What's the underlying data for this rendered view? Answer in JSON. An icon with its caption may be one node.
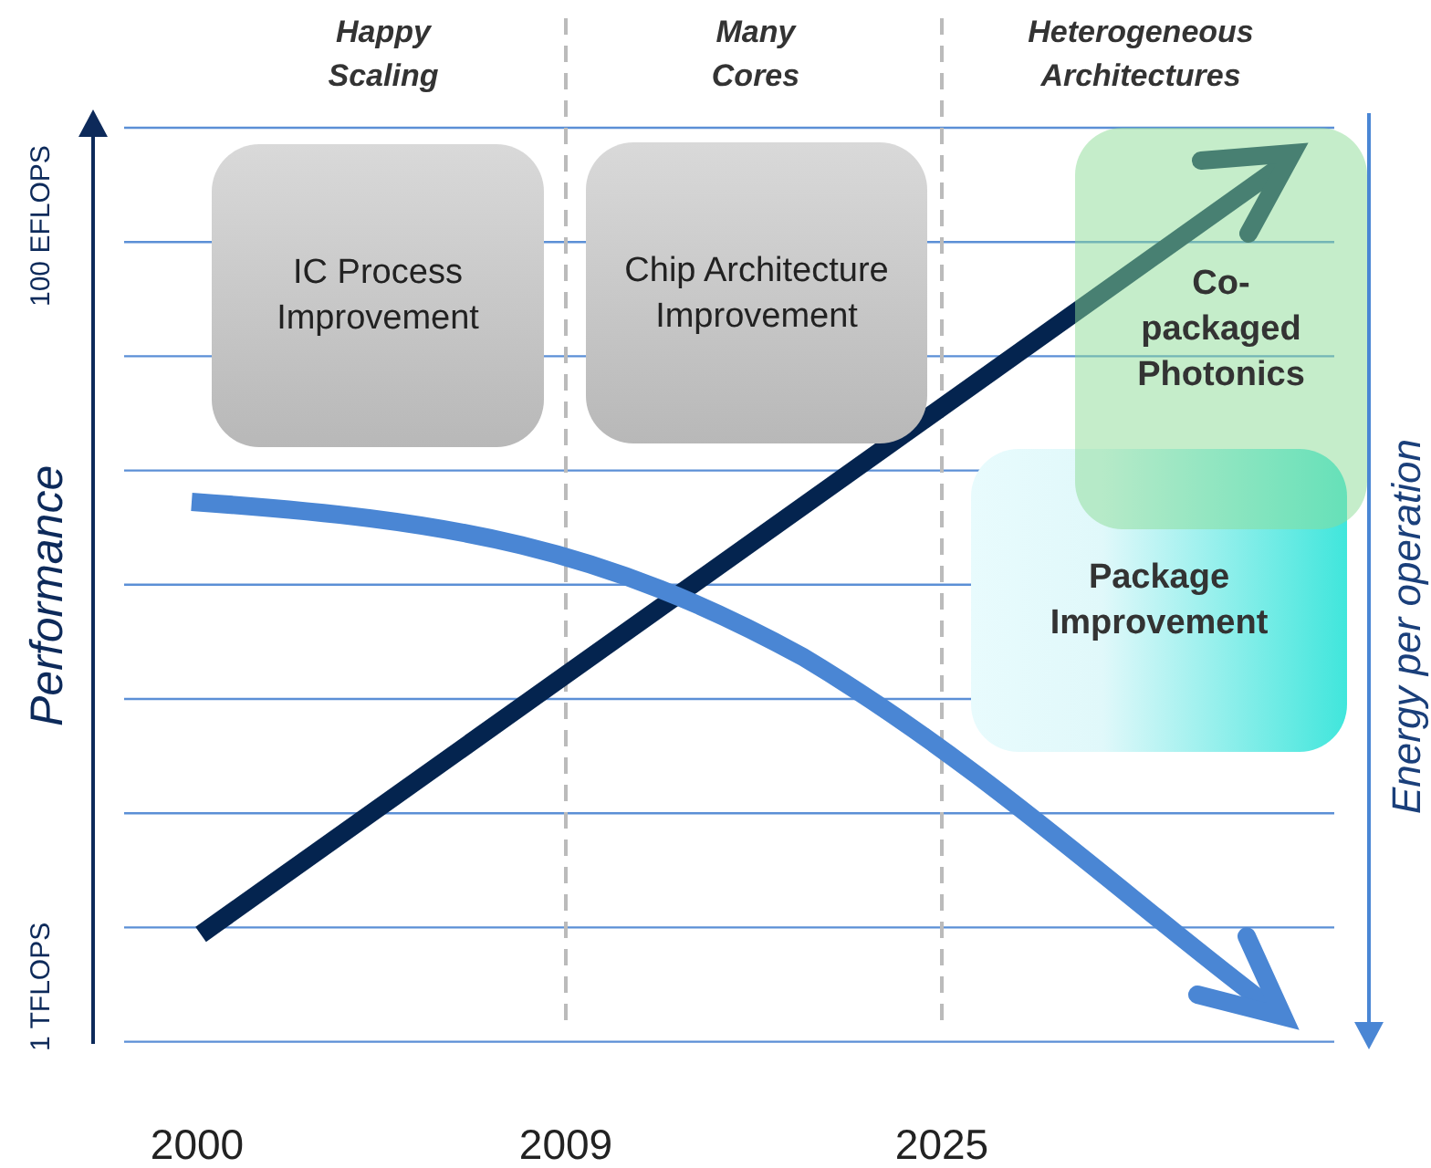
{
  "diagram": {
    "nodes": [
      {
        "text": [
          "IC Process Improvement"
        ]
      },
      {
        "text": [
          "Chip Architecture Improvement"
        ]
      },
      {
        "text": [
          "Co-packaged Photonics"
        ]
      },
      {
        "text": [
          "Package Improvement"
        ]
      }
    ],
    "labels": [
      "Happy Scaling",
      "Many Cores",
      "Heterogeneous Architectures",
      "100 EFLOPS",
      "Performance",
      "1 TFLOPS",
      "Energy per operation",
      "2000",
      "2009",
      "2025"
    ]
  }
}
